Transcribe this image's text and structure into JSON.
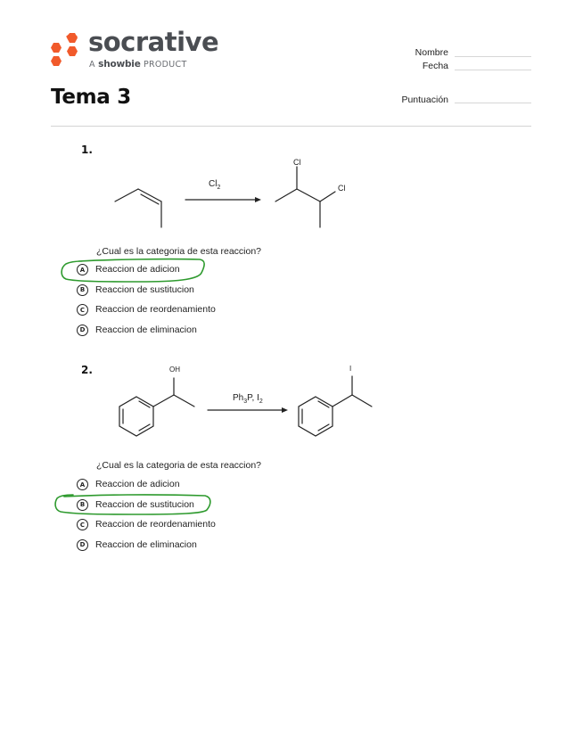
{
  "header": {
    "logo": {
      "icon": "hexagon-cluster-icon",
      "brand": "socrative",
      "tagline_prefix": "A",
      "tagline_brand": "showbie",
      "tagline_suffix": "PRODUCT",
      "brand_color": "#f15a2b",
      "text_color": "#4a4d52"
    },
    "fields": {
      "name_label": "Nombre",
      "date_label": "Fecha",
      "score_label": "Puntuación"
    },
    "title": "Tema 3"
  },
  "questions": [
    {
      "number": "1.",
      "reaction": {
        "reagent": "Cl",
        "reagent_sub": "2",
        "reactant": "2-butene",
        "product": "2,3-dichlorobutane",
        "product_labels": [
          "Cl",
          "Cl"
        ]
      },
      "prompt": "¿Cual es la categoria de esta reaccion?",
      "options": [
        {
          "letter": "A",
          "text": "Reaccion de adicion",
          "circled": true
        },
        {
          "letter": "B",
          "text": "Reaccion de sustitucion",
          "circled": false
        },
        {
          "letter": "C",
          "text": "Reaccion de reordenamiento",
          "circled": false
        },
        {
          "letter": "D",
          "text": "Reaccion de eliminacion",
          "circled": false
        }
      ]
    },
    {
      "number": "2.",
      "reaction": {
        "reagent": "Ph3P, I2",
        "reagent_parts": [
          "Ph",
          "3",
          "P, I",
          "2"
        ],
        "reactant": "1-phenylethanol",
        "reactant_label": "OH",
        "product": "(1-iodoethyl)benzene",
        "product_label": "I"
      },
      "prompt": "¿Cual es la categoria de esta reaccion?",
      "options": [
        {
          "letter": "A",
          "text": "Reaccion de adicion",
          "circled": false
        },
        {
          "letter": "B",
          "text": "Reaccion de sustitucion",
          "circled": true
        },
        {
          "letter": "C",
          "text": "Reaccion de reordenamiento",
          "circled": false
        },
        {
          "letter": "D",
          "text": "Reaccion de eliminacion",
          "circled": false
        }
      ]
    }
  ],
  "annotations": {
    "circle_color": "#2e9a2e"
  }
}
